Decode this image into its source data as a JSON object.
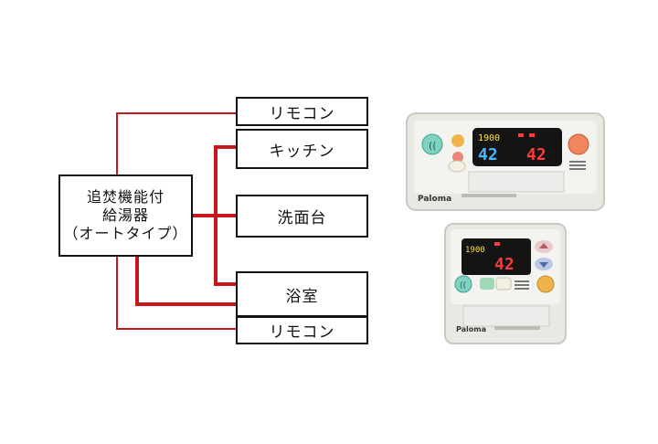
{
  "heater": {
    "line1": "追焚機能付",
    "line2": "給湯器",
    "line3": "（オートタイプ）"
  },
  "nodes": {
    "remote_top": "リモコン",
    "kitchen": "キッチン",
    "washroom": "洗面台",
    "bathroom": "浴室",
    "remote_bottom": "リモコン"
  },
  "kitchen_remote": {
    "time": "1900",
    "temp_left": "42",
    "temp_right": "42",
    "brand": "Paloma"
  },
  "bath_remote": {
    "time": "1900",
    "temp": "42",
    "brand": "Paloma"
  },
  "colors": {
    "wire": "#c8161d",
    "box_border": "#111111",
    "device_body": "#e9e9e4"
  }
}
